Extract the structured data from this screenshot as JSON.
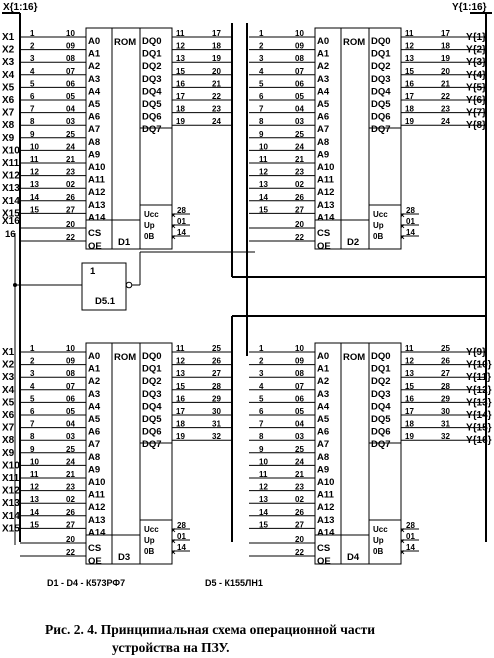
{
  "buses": {
    "input": "X{1:16}",
    "output": "Y{1:16}"
  },
  "x_inputs": [
    "X1",
    "X2",
    "X3",
    "X4",
    "X5",
    "X6",
    "X7",
    "X8",
    "X9",
    "X10",
    "X11",
    "X12",
    "X13",
    "X14",
    "X15",
    "X16"
  ],
  "x16_pin": "16",
  "rom": {
    "type_label": "ROM",
    "addr_labels": [
      "A0",
      "A1",
      "A2",
      "A3",
      "A4",
      "A5",
      "A6",
      "A7",
      "A8",
      "A9",
      "A10",
      "A11",
      "A12",
      "A13",
      "A14"
    ],
    "addr_left_nums": [
      "1",
      "2",
      "3",
      "4",
      "5",
      "6",
      "7",
      "8",
      "9",
      "10",
      "11",
      "12",
      "13",
      "14",
      "15"
    ],
    "addr_pins": [
      "10",
      "09",
      "08",
      "07",
      "06",
      "05",
      "04",
      "03",
      "25",
      "24",
      "21",
      "23",
      "02",
      "26",
      "27"
    ],
    "data_labels": [
      "DQ0",
      "DQ1",
      "DQ2",
      "DQ3",
      "DQ4",
      "DQ5",
      "DQ6",
      "DQ7"
    ],
    "data_pins": [
      "11",
      "12",
      "13",
      "15",
      "16",
      "17",
      "18",
      "19"
    ],
    "cs_label": "CS",
    "oe_label": "OE",
    "cs_pin": "20",
    "oe_pin": "22",
    "ucc_label": "Ucc",
    "up_label": "Up",
    "ov_label": "0B",
    "ucc_pin": "28",
    "up_pin": "01",
    "ov_pin": "14"
  },
  "chips": [
    {
      "name": "D1",
      "out_nums": [
        "17",
        "18",
        "19",
        "20",
        "21",
        "22",
        "23",
        "24"
      ],
      "y_labels": []
    },
    {
      "name": "D2",
      "out_nums": [
        "17",
        "18",
        "19",
        "20",
        "21",
        "22",
        "23",
        "24"
      ],
      "y_labels": [
        "Y{1}",
        "Y{2}",
        "Y{3}",
        "Y{4}",
        "Y{5}",
        "Y{6}",
        "Y{7}",
        "Y{8}"
      ]
    },
    {
      "name": "D3",
      "out_nums": [
        "25",
        "26",
        "27",
        "28",
        "29",
        "30",
        "31",
        "32"
      ],
      "y_labels": []
    },
    {
      "name": "D4",
      "out_nums": [
        "25",
        "26",
        "27",
        "28",
        "29",
        "30",
        "31",
        "32"
      ],
      "y_labels": [
        "Y{9}",
        "Y{10}",
        "Y{11}",
        "Y{12}",
        "Y{13}",
        "Y{14}",
        "Y{15}",
        "Y{16}"
      ]
    }
  ],
  "inverter": {
    "name": "D5.1",
    "symbol": "1"
  },
  "legend": {
    "d1_d4": "D1 - D4  -  К573РФ7",
    "d5": "D5 - К155ЛН1"
  },
  "caption": {
    "line1": "Рис. 2. 4.  Принципиальная  схема  операционной  части",
    "line2": "устройства  на  ПЗУ."
  }
}
